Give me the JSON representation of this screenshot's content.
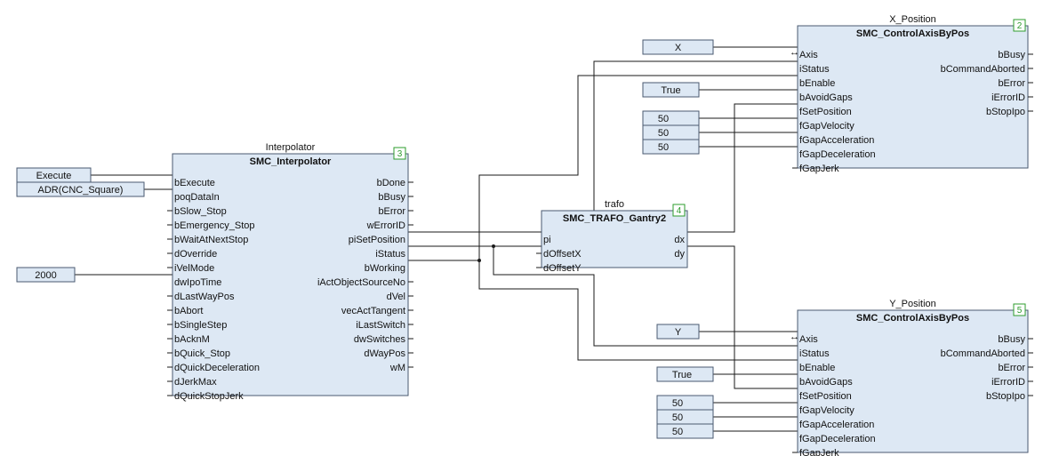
{
  "blocks": {
    "interpolator": {
      "instance": "Interpolator",
      "type": "SMC_Interpolator",
      "badge": "3",
      "inputs": [
        "bExecute",
        "poqDataIn",
        "bSlow_Stop",
        "bEmergency_Stop",
        "bWaitAtNextStop",
        "dOverride",
        "iVelMode",
        "dwIpoTime",
        "dLastWayPos",
        "bAbort",
        "bSingleStep",
        "bAcknM",
        "bQuick_Stop",
        "dQuickDeceleration",
        "dJerkMax",
        "dQuickStopJerk"
      ],
      "outputs": [
        "bDone",
        "bBusy",
        "bError",
        "wErrorID",
        "piSetPosition",
        "iStatus",
        "bWorking",
        "iActObjectSourceNo",
        "dVel",
        "vecActTangent",
        "iLastSwitch",
        "dwSwitches",
        "dWayPos",
        "wM"
      ]
    },
    "trafo": {
      "instance": "trafo",
      "type": "SMC_TRAFO_Gantry2",
      "badge": "4",
      "inputs": [
        "pi",
        "dOffsetX",
        "dOffsetY"
      ],
      "outputs": [
        "dx",
        "dy"
      ]
    },
    "x_position": {
      "instance": "X_Position",
      "type": "SMC_ControlAxisByPos",
      "badge": "2",
      "inputs": [
        "Axis",
        "iStatus",
        "bEnable",
        "bAvoidGaps",
        "fSetPosition",
        "fGapVelocity",
        "fGapAcceleration",
        "fGapDeceleration",
        "fGapJerk"
      ],
      "outputs": [
        "bBusy",
        "bCommandAborted",
        "bError",
        "iErrorID",
        "bStopIpo"
      ]
    },
    "y_position": {
      "instance": "Y_Position",
      "type": "SMC_ControlAxisByPos",
      "badge": "5",
      "inputs": [
        "Axis",
        "iStatus",
        "bEnable",
        "bAvoidGaps",
        "fSetPosition",
        "fGapVelocity",
        "fGapAcceleration",
        "fGapDeceleration",
        "fGapJerk"
      ],
      "outputs": [
        "bBusy",
        "bCommandAborted",
        "bError",
        "iErrorID",
        "bStopIpo"
      ]
    }
  },
  "constants": {
    "execute": "Execute",
    "adr_cnc": "ADR(CNC_Square)",
    "ipo_time": "2000",
    "x_axis": "X",
    "x_avoid_gaps": "True",
    "x_gap_velocity": "50",
    "x_gap_acceleration": "50",
    "x_gap_deceleration": "50",
    "y_axis": "Y",
    "y_avoid_gaps": "True",
    "y_gap_velocity": "50",
    "y_gap_acceleration": "50",
    "y_gap_deceleration": "50"
  },
  "colors": {
    "block_fill": "#dde8f4",
    "block_border": "#4a5a70",
    "badge_green": "#2e9c2e",
    "wire": "#1a1a1a"
  },
  "icons": {
    "inout_pin": "left-right-arrow-icon",
    "negated_pin": "stub-icon"
  }
}
